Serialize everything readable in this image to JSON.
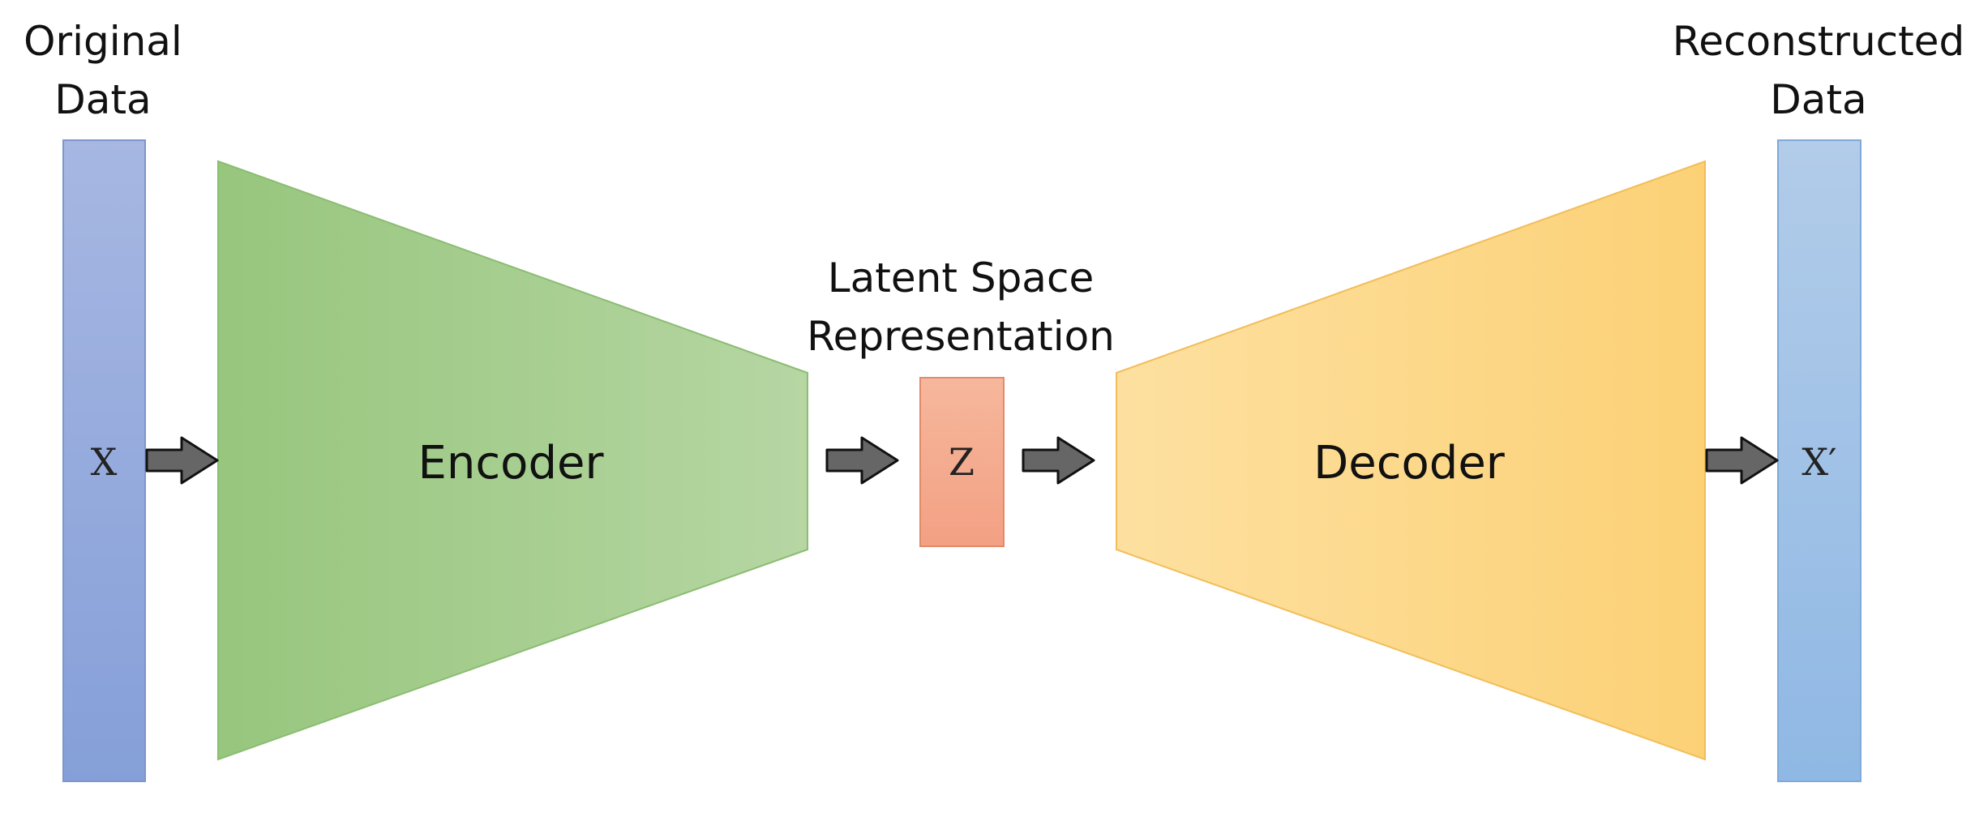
{
  "diagram": {
    "input_label_line1": "Original",
    "input_label_line2": "Data",
    "input_symbol": "X",
    "encoder_label": "Encoder",
    "latent_label_line1": "Latent Space",
    "latent_label_line2": "Representation",
    "latent_symbol": "Z",
    "decoder_label": "Decoder",
    "output_label_line1": "Reconstructed",
    "output_label_line2": "Data",
    "output_symbol": "X′"
  },
  "colors": {
    "input_top": "#a7b7e2",
    "input_bottom": "#859fd8",
    "encoder_left": "#97c67d",
    "encoder_right": "#b6d6a3",
    "latent_top": "#f6b79c",
    "latent_bottom": "#f3a083",
    "decoder_left": "#fde0a0",
    "decoder_right": "#fcd176",
    "output_top": "#b2cce9",
    "output_bottom": "#8fb8e4",
    "arrow_fill": "#666666",
    "arrow_stroke": "#111111"
  }
}
